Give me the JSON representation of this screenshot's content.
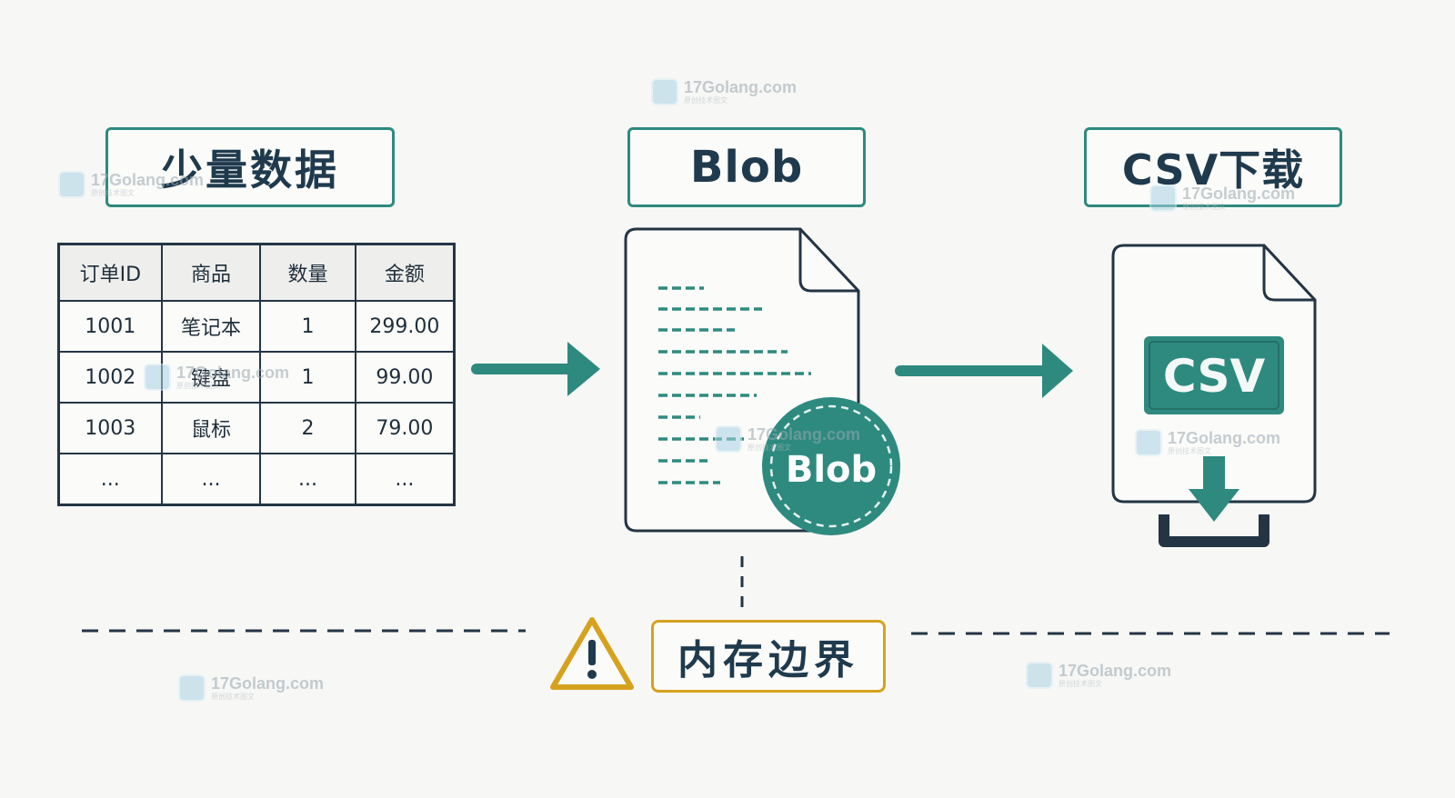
{
  "stages": {
    "small_data": "少量数据",
    "blob": "Blob",
    "csv_download": "CSV下载"
  },
  "table": {
    "headers": [
      "订单ID",
      "商品",
      "数量",
      "金额"
    ],
    "rows": [
      [
        "1001",
        "笔记本",
        "1",
        "299.00"
      ],
      [
        "1002",
        "键盘",
        "1",
        "99.00"
      ],
      [
        "1003",
        "鼠标",
        "2",
        "79.00"
      ],
      [
        "...",
        "...",
        "...",
        "..."
      ]
    ]
  },
  "blob_badge": "Blob",
  "csv_badge": "CSV",
  "memory_boundary": "内存边界",
  "watermark": {
    "site": "17Golang.com",
    "sub": "原创技术图文"
  },
  "colors": {
    "teal": "#2e8a7f",
    "navy": "#1f3a4d",
    "warning": "#d6a21e"
  },
  "icons": [
    "arrow-right-icon",
    "document-icon",
    "download-icon",
    "warning-icon"
  ]
}
